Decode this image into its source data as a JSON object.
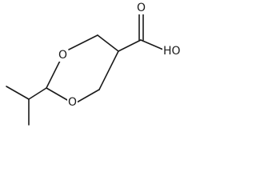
{
  "molecule": {
    "atoms": {
      "carbonyl_oxygen": "O",
      "hydroxyl_group": "HO",
      "ring_oxygen_upper": "O",
      "ring_oxygen_lower": "O"
    }
  }
}
